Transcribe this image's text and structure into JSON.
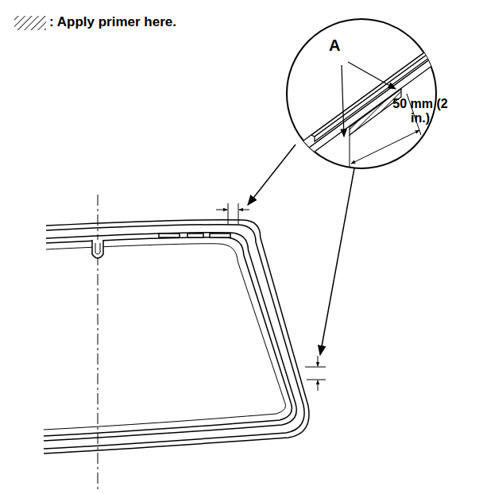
{
  "diagram": {
    "labels": [
      "A",
      "50 mm (2 in.)"
    ],
    "legend": [
      {
        "text": ": Apply primer here."
      }
    ]
  }
}
